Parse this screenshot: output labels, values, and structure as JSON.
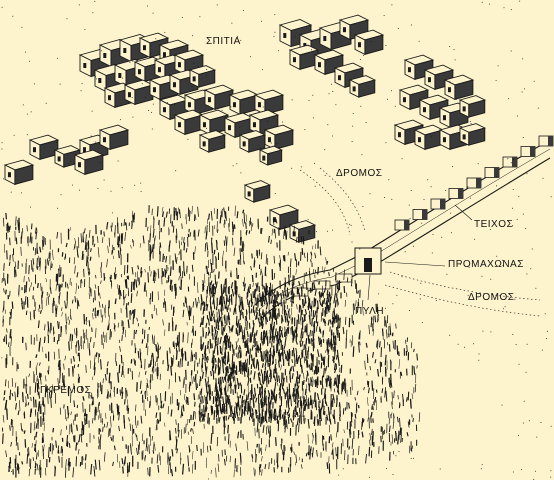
{
  "colors": {
    "background": "#fdf3cc",
    "ink": "#1a1a1a",
    "shade": "#3a3a3a"
  },
  "labels": {
    "houses": "ΣΠΙΤΙΑ",
    "road_upper": "ΔΡΟΜΟΣ",
    "wall": "ΤΕΙΧΟΣ",
    "rampart": "ΠΡΟΜΑΧΩΝΑΣ",
    "road_lower": "ΔΡΟΜΟΣ",
    "gate": "ΠΥΛΗ",
    "cliff": "ΓΚΡΕΜΟΣ"
  }
}
